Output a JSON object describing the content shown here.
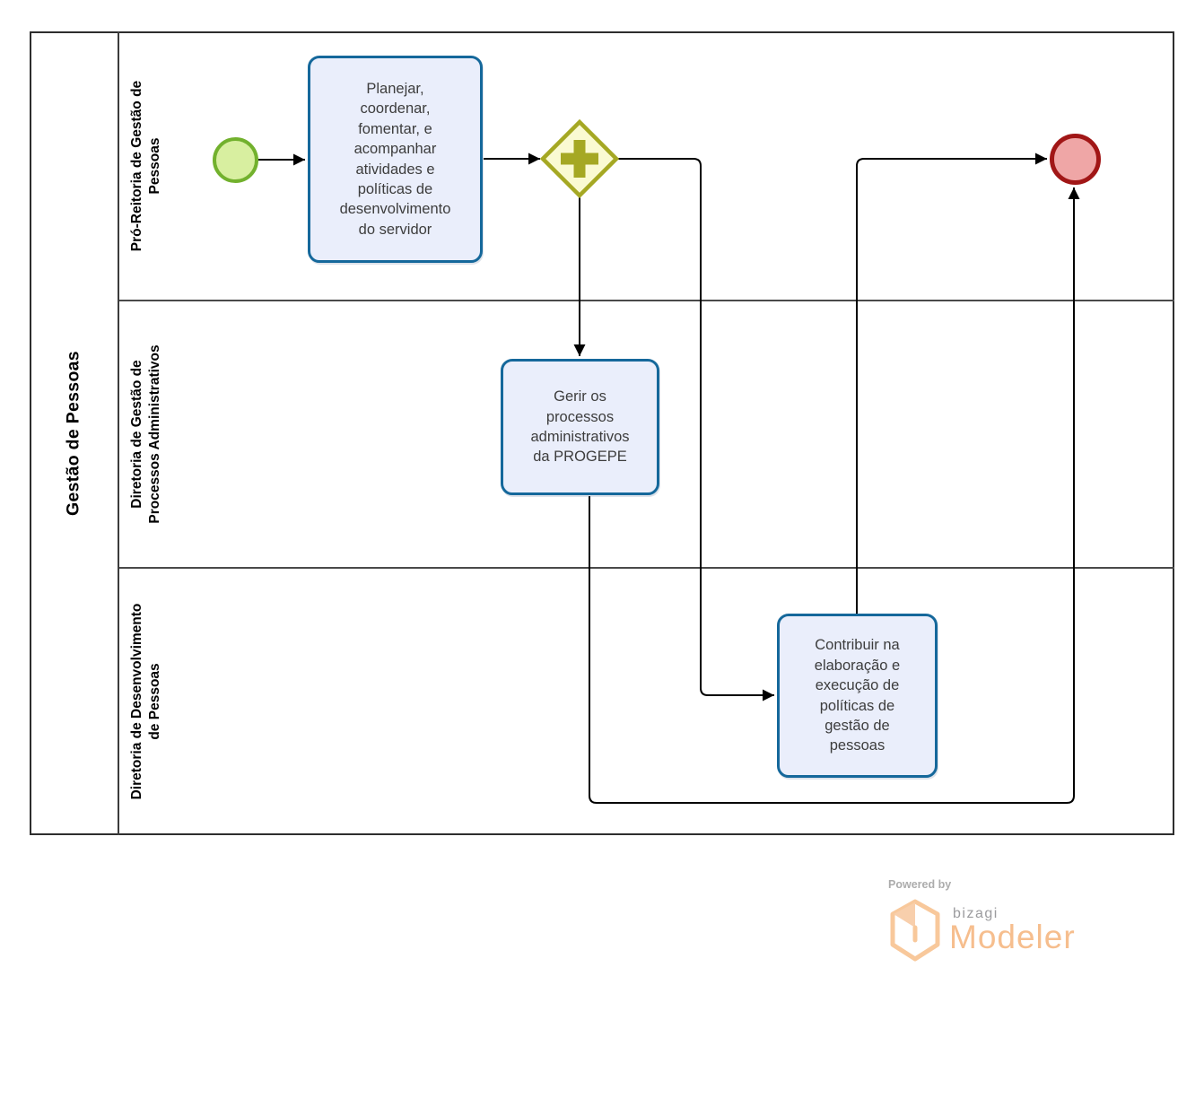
{
  "pool": {
    "title": "Gestão de Pessoas"
  },
  "lanes": [
    {
      "label": "Pró-Reitoria de Gestão de\nPessoas"
    },
    {
      "label": "Diretoria de Gestão de\nProcessos Administrativos"
    },
    {
      "label": "Diretoria de Desenvolvimento\nde Pessoas"
    }
  ],
  "nodes": {
    "start_event": {
      "type": "start-event",
      "fill": "#D8EFA0",
      "border": "#72B12D"
    },
    "task_planejar": {
      "text": "Planejar,\ncoordenar,\nfomentar, e\nacompanhar\natividades e\npolíticas de\ndesenvolvimento\ndo servidor"
    },
    "gateway_parallel": {
      "type": "parallel-gateway",
      "fill": "#FAFAD2",
      "border": "#A5A823"
    },
    "task_gerir": {
      "text": "Gerir os\nprocessos\nadministrativos\nda PROGEPE"
    },
    "task_contribuir": {
      "text": "Contribuir na\nelaboração e\nexecução de\npolíticas de\ngestão de\npessoas"
    },
    "end_event": {
      "type": "end-event",
      "fill": "#EFA6A6",
      "border": "#A11616"
    }
  },
  "styles": {
    "task_fill": "#EAEEFB",
    "task_border": "#15689B",
    "flow_color": "#000000",
    "pool_border": "#2E2E2E",
    "lane_border": "#4A4A4A"
  },
  "footer": {
    "powered_by": "Powered by",
    "brand": "bizagi",
    "product": "Modeler",
    "accent": "#F6BE8E"
  }
}
